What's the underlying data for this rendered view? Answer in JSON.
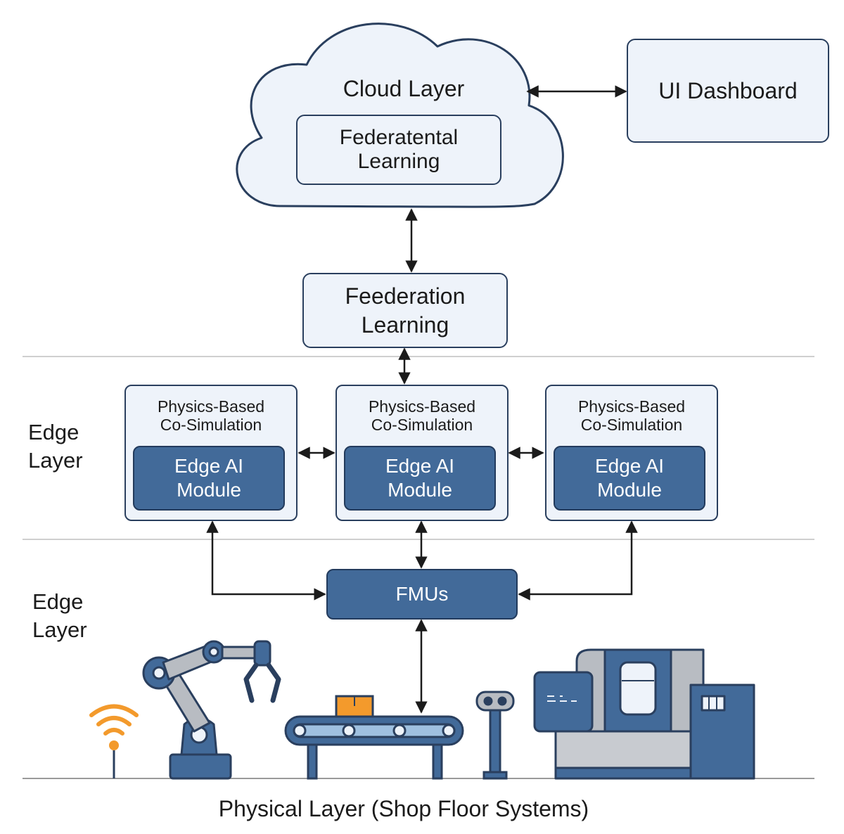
{
  "cloud": {
    "title": "Cloud Layer",
    "inner_line1": "Federatental",
    "inner_line2": "Learning"
  },
  "dashboard": {
    "label": "UI Dashboard"
  },
  "federation": {
    "line1": "Feederation",
    "line2": "Learning"
  },
  "edge_layer_label": {
    "line1": "Edge",
    "line2": "Layer"
  },
  "edge_layer_label_2": {
    "line1": "Edge",
    "line2": "Layer"
  },
  "modules": [
    {
      "title_line1": "Physics-Based",
      "title_line2": "Co-Simulation",
      "inner_line1": "Edge AI",
      "inner_line2": "Module"
    },
    {
      "title_line1": "Physics-Based",
      "title_line2": "Co-Simulation",
      "inner_line1": "Edge AI",
      "inner_line2": "Module"
    },
    {
      "title_line1": "Physics-Based",
      "title_line2": "Co-Simulation",
      "inner_line1": "Edge AI",
      "inner_line2": "Module"
    }
  ],
  "fmus": {
    "label": "FMUs"
  },
  "physical_layer": {
    "label": "Physical Layer (Shop Floor Systems)"
  },
  "colors": {
    "dark_blue": "#426a99",
    "light_fill": "#eef3fa",
    "outline": "#2a3f5e",
    "orange": "#f39a2c",
    "gray": "#b8bcc2"
  },
  "icons": [
    "wifi-signal-icon",
    "robot-arm-icon",
    "conveyor-belt-icon",
    "sensor-icon",
    "cnc-machine-icon"
  ]
}
